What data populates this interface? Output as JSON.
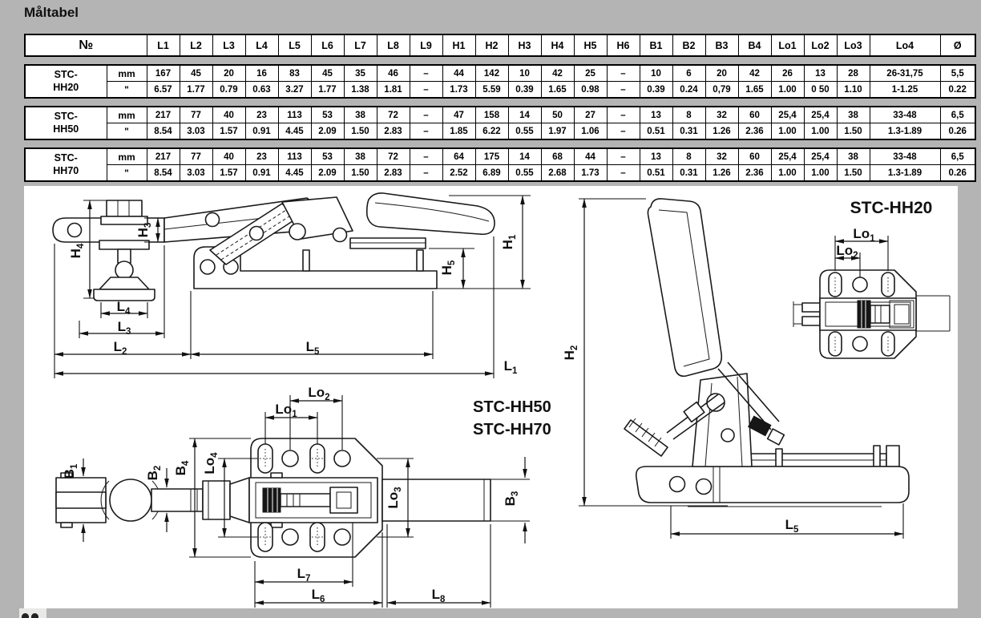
{
  "page": {
    "title": "Måltabel",
    "background_color": "#b4b4b4",
    "panel_color": "#ffffff",
    "line_color": "#1a1a1a"
  },
  "table": {
    "header": {
      "no_label": "№",
      "columns": [
        "L1",
        "L2",
        "L3",
        "L4",
        "L5",
        "L6",
        "L7",
        "L8",
        "L9",
        "H1",
        "H2",
        "H3",
        "H4",
        "H5",
        "H6",
        "B1",
        "B2",
        "B3",
        "B4",
        "Lo1",
        "Lo2",
        "Lo3",
        "Lo4",
        "Ø"
      ]
    },
    "unit_mm": "mm",
    "unit_inch": "\"",
    "rows": [
      {
        "model": "STC-HH20",
        "mm": [
          "167",
          "45",
          "20",
          "16",
          "83",
          "45",
          "35",
          "46",
          "–",
          "44",
          "142",
          "10",
          "42",
          "25",
          "–",
          "10",
          "6",
          "20",
          "42",
          "26",
          "13",
          "28",
          "26-31,75",
          "5,5"
        ],
        "inch": [
          "6.57",
          "1.77",
          "0.79",
          "0.63",
          "3.27",
          "1.77",
          "1.38",
          "1.81",
          "–",
          "1.73",
          "5.59",
          "0.39",
          "1.65",
          "0.98",
          "–",
          "0.39",
          "0.24",
          "0,79",
          "1.65",
          "1.00",
          "0 50",
          "1.10",
          "1-1.25",
          "0.22"
        ]
      },
      {
        "model": "STC-HH50",
        "mm": [
          "217",
          "77",
          "40",
          "23",
          "113",
          "53",
          "38",
          "72",
          "–",
          "47",
          "158",
          "14",
          "50",
          "27",
          "–",
          "13",
          "8",
          "32",
          "60",
          "25,4",
          "25,4",
          "38",
          "33-48",
          "6,5"
        ],
        "inch": [
          "8.54",
          "3.03",
          "1.57",
          "0.91",
          "4.45",
          "2.09",
          "1.50",
          "2.83",
          "–",
          "1.85",
          "6.22",
          "0.55",
          "1.97",
          "1.06",
          "–",
          "0.51",
          "0.31",
          "1.26",
          "2.36",
          "1.00",
          "1.00",
          "1.50",
          "1.3-1.89",
          "0.26"
        ]
      },
      {
        "model": "STC-HH70",
        "mm": [
          "217",
          "77",
          "40",
          "23",
          "113",
          "53",
          "38",
          "72",
          "–",
          "64",
          "175",
          "14",
          "68",
          "44",
          "–",
          "13",
          "8",
          "32",
          "60",
          "25,4",
          "25,4",
          "38",
          "33-48",
          "6,5"
        ],
        "inch": [
          "8.54",
          "3.03",
          "1.57",
          "0.91",
          "4.45",
          "2.09",
          "1.50",
          "2.83",
          "–",
          "2.52",
          "6.89",
          "0.55",
          "2.68",
          "1.73",
          "–",
          "0.51",
          "0.31",
          "1.26",
          "2.36",
          "1.00",
          "1.00",
          "1.50",
          "1.3-1.89",
          "0.26"
        ]
      }
    ]
  },
  "drawings": {
    "dim_labels": {
      "L1": {
        "base": "L",
        "sub": "1"
      },
      "L2": {
        "base": "L",
        "sub": "2"
      },
      "L3": {
        "base": "L",
        "sub": "3"
      },
      "L4": {
        "base": "L",
        "sub": "4"
      },
      "L5": {
        "base": "L",
        "sub": "5"
      },
      "L6": {
        "base": "L",
        "sub": "6"
      },
      "L7": {
        "base": "L",
        "sub": "7"
      },
      "L8": {
        "base": "L",
        "sub": "8"
      },
      "H1": {
        "base": "H",
        "sub": "1"
      },
      "H2": {
        "base": "H",
        "sub": "2"
      },
      "H3": {
        "base": "H",
        "sub": "3"
      },
      "H4": {
        "base": "H",
        "sub": "4"
      },
      "H5": {
        "base": "H",
        "sub": "5"
      },
      "B1": {
        "base": "B",
        "sub": "1"
      },
      "B2": {
        "base": "B",
        "sub": "2"
      },
      "B3": {
        "base": "B",
        "sub": "3"
      },
      "B4": {
        "base": "B",
        "sub": "4"
      },
      "Lo1": {
        "base": "Lo",
        "sub": "1"
      },
      "Lo2": {
        "base": "Lo",
        "sub": "2"
      },
      "Lo3": {
        "base": "Lo",
        "sub": "3"
      },
      "Lo4": {
        "base": "Lo",
        "sub": "4"
      }
    },
    "captions": {
      "plan_view_models_line1": "STC-HH50",
      "plan_view_models_line2": "STC-HH70",
      "hh20_view_title": "STC-HH20"
    }
  }
}
